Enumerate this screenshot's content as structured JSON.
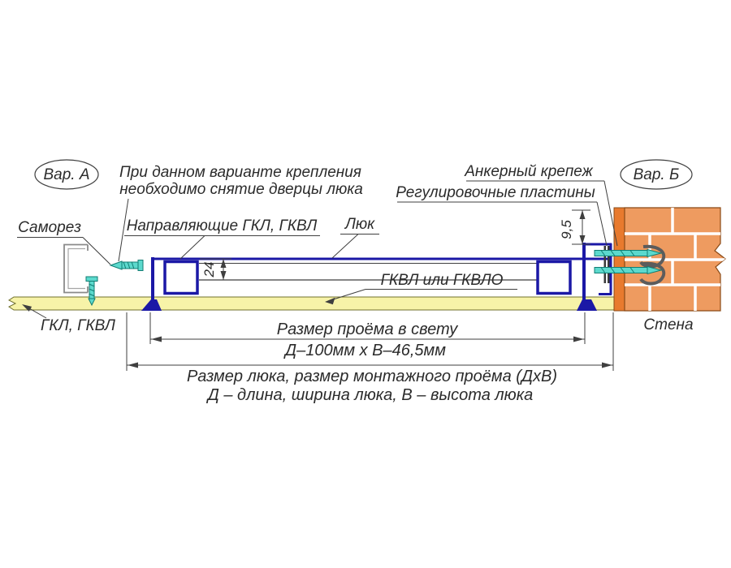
{
  "labels": {
    "variant_a": "Вар. А",
    "variant_b": "Вар. Б",
    "note_line1": "При данном варианте крепления",
    "note_line2": "необходимо снятие дверцы люка",
    "anchor": "Анкерный крепеж",
    "plates": "Регулировочные пластины",
    "screw": "Саморез",
    "guides": "Направляющие ГКЛ, ГКВЛ",
    "hatch": "Люк",
    "gkvl": "ГКВЛ или ГКВЛО",
    "gkl": "ГКЛ, ГКВЛ",
    "wall": "Стена"
  },
  "dimensions": {
    "sheet_thickness": "9,5",
    "frame_height": "24",
    "opening_title": "Размер проёма в свету",
    "opening_size": "Д–100мм х В–46,5мм",
    "hatch_size_line1": "Размер люка, размер монтажного проёма (ДхВ)",
    "hatch_size_line2": "Д – длина, ширина люка, В – высота люка"
  },
  "colors": {
    "profile_blue": "#1b18a6",
    "panel_yellow": "#f7f3a8",
    "brick_orange": "#ee9b60",
    "strip_orange": "#e87a2e",
    "fastener_cyan": "#5cd9cd",
    "line_dark": "#3f3f3f"
  }
}
